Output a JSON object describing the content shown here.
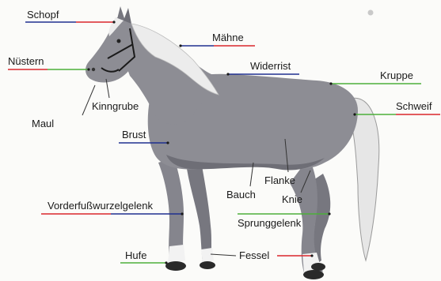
{
  "labels": {
    "schopf": "Schopf",
    "maehne": "Mähne",
    "nuestern": "Nüstern",
    "widerrist": "Widerrist",
    "kruppe": "Kruppe",
    "schweif": "Schweif",
    "kinngrube": "Kinngrube",
    "maul": "Maul",
    "brust": "Brust",
    "flanke": "Flanke",
    "bauch": "Bauch",
    "knie": "Knie",
    "vorderfusswurzelgelenk": "Vorderfußwurzelgelenk",
    "sprunggelenk": "Sprunggelenk",
    "fessel": "Fessel",
    "hufe": "Hufe"
  },
  "colors": {
    "red": "#d9262c",
    "blue": "#1f2f8f",
    "green": "#4caf3a",
    "leader": "#333333",
    "coat": "#8d8d94",
    "coat_dark": "#6e6e76",
    "mane": "#ececec",
    "hoof": "#2a2a2a"
  }
}
